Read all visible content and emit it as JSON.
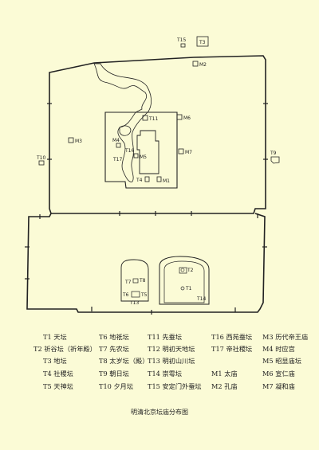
{
  "map": {
    "labels": {
      "T1": "T1",
      "T2": "T2",
      "T3": "T3",
      "T4": "T4",
      "T5": "T5",
      "T6": "T6",
      "T7": "T7",
      "T8": "T8",
      "T9": "T9",
      "T10": "T10",
      "T11": "T11",
      "T13": "T13",
      "T14": "T14",
      "T15": "T15",
      "T16": "T16",
      "T17": "T17",
      "M1": "M1",
      "M2": "M2",
      "M3": "M3",
      "M4": "M4",
      "M5": "M5",
      "M6": "M6",
      "M7": "M7"
    }
  },
  "legend": {
    "col1": [
      "T1 天坛",
      "T2 祈谷坛（祈年殿）",
      "T3 地坛",
      "T4 社稷坛",
      "T5 天神坛"
    ],
    "col2": [
      "T6 地祇坛",
      "T7 先农坛",
      "T8 太岁坛（殿）",
      "T9 朝日坛",
      "T10 夕月坛"
    ],
    "col3": [
      "T11 先蚕坛",
      "T12 明初天地坛",
      "T13 明初山川坛",
      "T14 崇雩坛",
      "T15 安定门外蚕坛"
    ],
    "col4": [
      "T16 西苑蚕坛",
      "T17 帝社稷坛",
      "",
      "M1 太庙",
      "M2 孔庙"
    ],
    "col5": [
      "M3 历代帝王庙",
      "M4 时应宫",
      "M5 昭显庙坛",
      "M6 宣仁庙",
      "M7 凝和庙"
    ]
  },
  "caption": "明清北京坛庙分布图"
}
